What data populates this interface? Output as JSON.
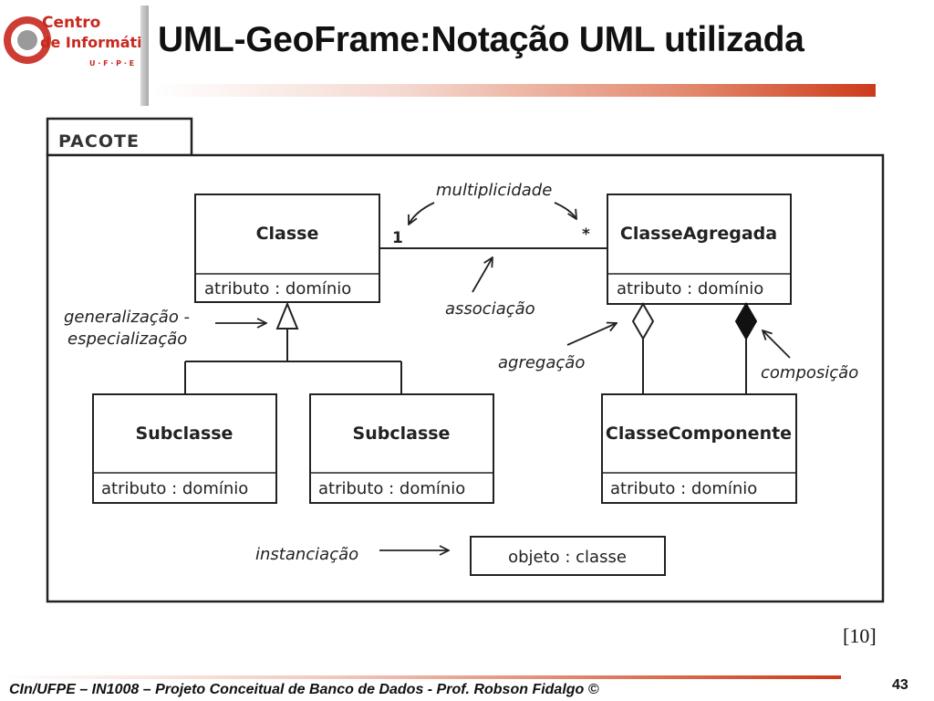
{
  "header": {
    "title": "UML-GeoFrame:Notação UML utilizada",
    "logo": {
      "line1": "Centro",
      "line2": "de Informática",
      "line3": "U · F · P · E"
    }
  },
  "diagram": {
    "package_label": "PACOTE",
    "classes": {
      "classe": {
        "name": "Classe",
        "attribute": "atributo : domínio"
      },
      "classe_agregada": {
        "name": "ClasseAgregada",
        "attribute": "atributo : domínio"
      },
      "subclasse_1": {
        "name": "Subclasse",
        "attribute": "atributo : domínio"
      },
      "subclasse_2": {
        "name": "Subclasse",
        "attribute": "atributo : domínio"
      },
      "classe_componente": {
        "name": "ClasseComponente",
        "attribute": "atributo : domínio"
      }
    },
    "object": "objeto : classe",
    "multiplicity_one": "1",
    "multiplicity_many": "*",
    "annotations": {
      "multiplicidade": "multiplicidade",
      "associacao": "associação",
      "generalizacao_line1": "generalização -",
      "generalizacao_line2": "especialização",
      "agregacao": "agregação",
      "composicao": "composição",
      "instanciacao": "instanciação"
    }
  },
  "reference": "[10]",
  "footer": {
    "text": "CIn/UFPE – IN1008 – Projeto Conceitual de Banco de Dados - Prof. Robson Fidalgo ©",
    "page_number": "43"
  },
  "colors": {
    "accent": "#cc3b1b",
    "logo_red": "#c8281e"
  }
}
